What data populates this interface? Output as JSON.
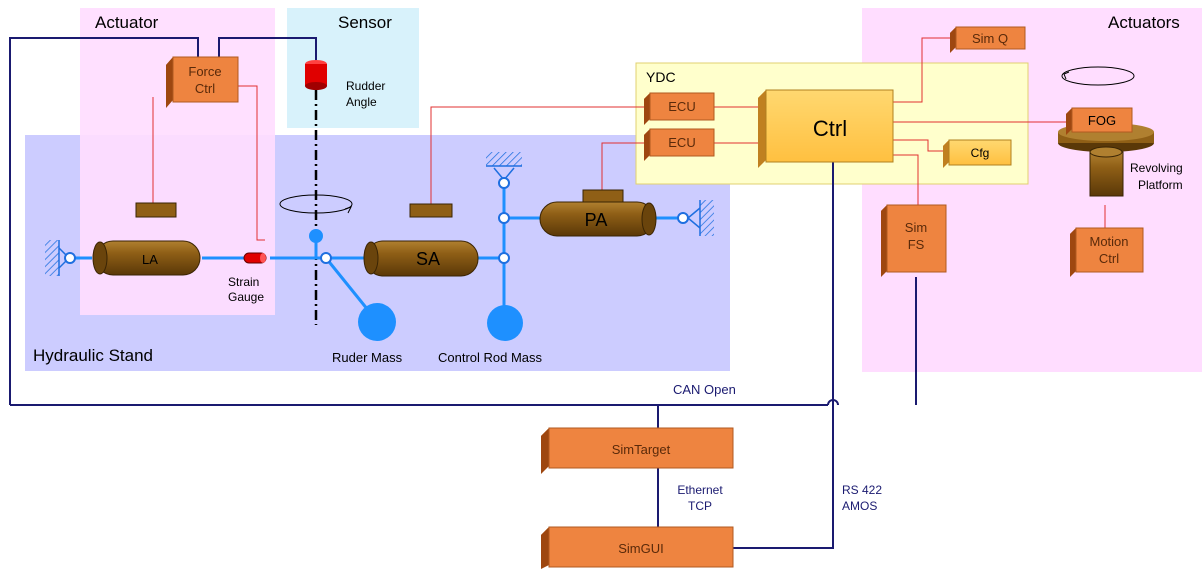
{
  "regions": {
    "actuator": "Actuator",
    "sensor": "Sensor",
    "actuators": "Actuators",
    "hydraulic_stand": "Hydraulic Stand",
    "ydc": "YDC"
  },
  "components": {
    "force_ctrl": [
      "Force",
      "Ctrl"
    ],
    "rudder_angle": [
      "Rudder",
      "Angle"
    ],
    "la": "LA",
    "strain_gauge": [
      "Strain",
      "Gauge"
    ],
    "sa": "SA",
    "pa": "PA",
    "ruder_mass": "Ruder Mass",
    "control_rod_mass": "Control Rod Mass",
    "ecu_1": "ECU",
    "ecu_2": "ECU",
    "ctrl": "Ctrl",
    "sim_q": "Sim Q",
    "cfg": "Cfg",
    "fog": "FOG",
    "revolving_platform": [
      "Revolving",
      "Platform"
    ],
    "sim_fs": [
      "Sim",
      "FS"
    ],
    "motion_ctrl": [
      "Motion",
      "Ctrl"
    ],
    "sim_target": "SimTarget",
    "sim_gui": "SimGUI"
  },
  "links": {
    "can_open": "CAN Open",
    "ethernet_tcp": [
      "Ethernet",
      "TCP"
    ],
    "rs422_amos": [
      "RS 422",
      "AMOS"
    ]
  }
}
